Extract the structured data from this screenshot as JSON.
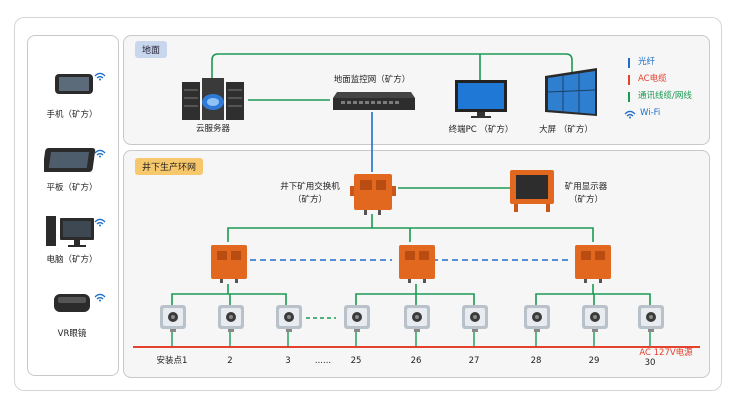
{
  "devices": [
    {
      "label": "手机（矿方）",
      "icon": "smartphone-icon"
    },
    {
      "label": "平板（矿方）",
      "icon": "tablet-icon"
    },
    {
      "label": "电脑（矿方）",
      "icon": "desktop-computer-icon"
    },
    {
      "label": "VR眼镜",
      "icon": "vr-headset-icon"
    }
  ],
  "ground": {
    "title": "地面",
    "cloud_server": "云服务器",
    "monitor_switch": "地面监控网（矿方）",
    "terminal_pc": "终端PC （矿方）",
    "big_screen": "大屏 （矿方）"
  },
  "legend": [
    {
      "label": "光纤",
      "color": "#1f6fc9"
    },
    {
      "label": "AC电缆",
      "color": "#e2422e"
    },
    {
      "label": "通讯线缆/网线",
      "color": "#1b9a54"
    },
    {
      "label": "Wi-Fi",
      "color": "#1f6fc9"
    }
  ],
  "mine": {
    "title": "井下生产环网",
    "mine_switch_line1": "井下矿用交换机",
    "mine_switch_line2": "（矿方）",
    "mine_display_line1": "矿用显示器",
    "mine_display_line2": "（矿方）",
    "power_label": "AC 127V电源",
    "points": [
      "安装点1",
      "2",
      "3",
      "25",
      "26",
      "27",
      "28",
      "29",
      "30"
    ],
    "ellipsis": "......"
  }
}
